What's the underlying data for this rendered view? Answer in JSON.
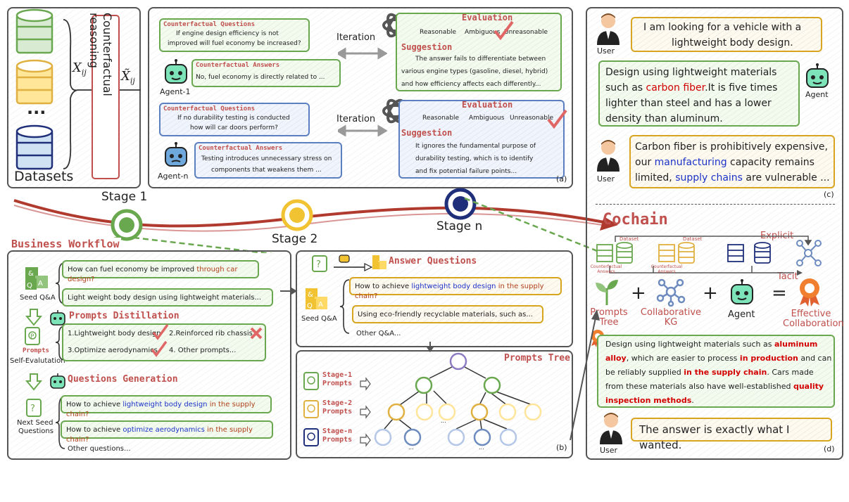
{
  "datasets": {
    "label": "Datasets",
    "ellipsis": "...",
    "xij": "X",
    "xij_sub": "ij",
    "xij_tilde": "X̃",
    "xij_tilde_sub": "ij",
    "cf_reasoning": "Counterfactual reasoning"
  },
  "stages": {
    "s1": "Stage 1",
    "s2": "Stage 2",
    "sn": "Stage n"
  },
  "panel_a": {
    "tag": "(a)",
    "iteration1": "Iteration",
    "iteration2": "Iteration",
    "q1_title": "Counterfactual Questions",
    "q1_text1": "If engine design efficiency is not",
    "q1_text2": "improved will fuel economy be increased?",
    "a1_title": "Counterfactual Answers",
    "a1_text": "No, fuel economy is directly related to ...",
    "agent1": "Agent-1",
    "q2_title": "Counterfactual Questions",
    "q2_text1": "If no durability testing is conducted",
    "q2_text2": "how will car doors perform?",
    "a2_title": "Counterfactual Answers",
    "a2_text1": "Testing introduces unnecessary stress on",
    "a2_text2": "components that weakens them ...",
    "agentn": "Agent-n",
    "eval1": "Evaluation",
    "eval1_opts": [
      "Reasonable",
      "Ambiguous",
      "Unreasonable"
    ],
    "sugg1": "Suggestion",
    "sugg1_l1": "The answer fails to differentiate between",
    "sugg1_l2": "various engine types (gasoline, diesel, hybrid)",
    "sugg1_l3": "and how efficiency affects each differently...",
    "eval2": "Evaluation",
    "eval2_opts": [
      "Reasonable",
      "Ambiguous",
      "Unreasonable"
    ],
    "sugg2": "Suggestion",
    "sugg2_l1": "It ignores the fundamental purpose of",
    "sugg2_l2": "durability testing, which is to identify",
    "sugg2_l3": "and fix potential failure points..."
  },
  "workflow": {
    "title": "Business Workflow",
    "seed_qa": "Seed Q&A",
    "q1a": "How can fuel economy be improved ",
    "q1b": "through car design?",
    "q2": "Light weight body design using lightweight materials...",
    "distill": "Prompts Distillation",
    "prompts_lbl": "Prompts",
    "self_eval": "Self-Evalutation",
    "p1": "1.Lightweight body design",
    "p2": "2.Reinforced rib chassis",
    "p3": "3.Optimize aerodynamics",
    "p4": "4. Other prompts...",
    "qgen": "Questions Generation",
    "next_seed": "Next Seed",
    "questions": "Questions",
    "g1a": "How to achieve ",
    "g1b": "lightweight body design",
    "g1c": " in the supply chain?",
    "g2a": "How to achieve ",
    "g2b": "optimize aerodynamics",
    "g2c": " in the supply chain?",
    "other": "Other questions..."
  },
  "answer_q": {
    "title": "Answer Questions",
    "seed_qa": "Seed Q&A",
    "l1a": "How to achieve ",
    "l1b": "lightweight body design",
    "l1c": " in the supply chain?",
    "l2": "Using eco-friendly recyclable materials, such as...",
    "l3": "Other Q&A..."
  },
  "ptree": {
    "title": "Prompts Tree",
    "tag": "(b)",
    "s1": "Stage-1",
    "s2": "Stage-2",
    "sn": "Stage-n",
    "prompts": "Prompts",
    "dots": "..."
  },
  "panel_c": {
    "tag": "(c)",
    "user": "User",
    "agent": "Agent",
    "m1l1": "I am looking for a vehicle with a",
    "m1l2": "lightweight body design.",
    "m2l1": "Design using lightweight materials",
    "m2l2a": "such as ",
    "m2l2b": "carbon fiber",
    "m2l2c": ".It is five times",
    "m2l3": "lighter than steel and has a lower",
    "m2l4": "density than aluminum.",
    "m3l1": "Carbon fiber is prohibitively expensive,",
    "m3l2a": "our ",
    "m3l2b": "manufacturing",
    "m3l2c": " capacity remains",
    "m3l3a": "limited, ",
    "m3l3b": "supply chains",
    "m3l3c": " are vulnerable ..."
  },
  "panel_d": {
    "tag": "(d)",
    "title": "Cochain",
    "explicit": "Explicit",
    "tacit": "Tacit",
    "dataset": "Dataset",
    "cf_answers": "Counterfactual Answers",
    "prompts_tree1": "Prompts",
    "prompts_tree2": "Tree",
    "ckg1": "Collaborative",
    "ckg2": "KG",
    "agent": "Agent",
    "eff1": "Effective",
    "eff2": "Collaboration",
    "plus": "+",
    "eq": "=",
    "ans_l1a": "Design using lightweight materials such as ",
    "ans_l1b": "aluminum",
    "ans_l2a": "alloy",
    "ans_l2b": ", which are easier to process ",
    "ans_l2c": "in production",
    "ans_l2d": " and can",
    "ans_l3a": "be reliably supplied ",
    "ans_l3b": "in the supply chain",
    "ans_l3c": ". Cars made",
    "ans_l4a": "from these materials also have well-established ",
    "ans_l4b": "quality",
    "ans_l5": "inspection methods",
    "ans_l5b": ".",
    "user": "User",
    "final": "The answer is exactly what I wanted."
  },
  "colors": {
    "green": "#6aa84f",
    "blue": "#1f2f7a",
    "yellow": "#f1c232",
    "red": "#c0504d",
    "arrow": "#b03a2e"
  }
}
